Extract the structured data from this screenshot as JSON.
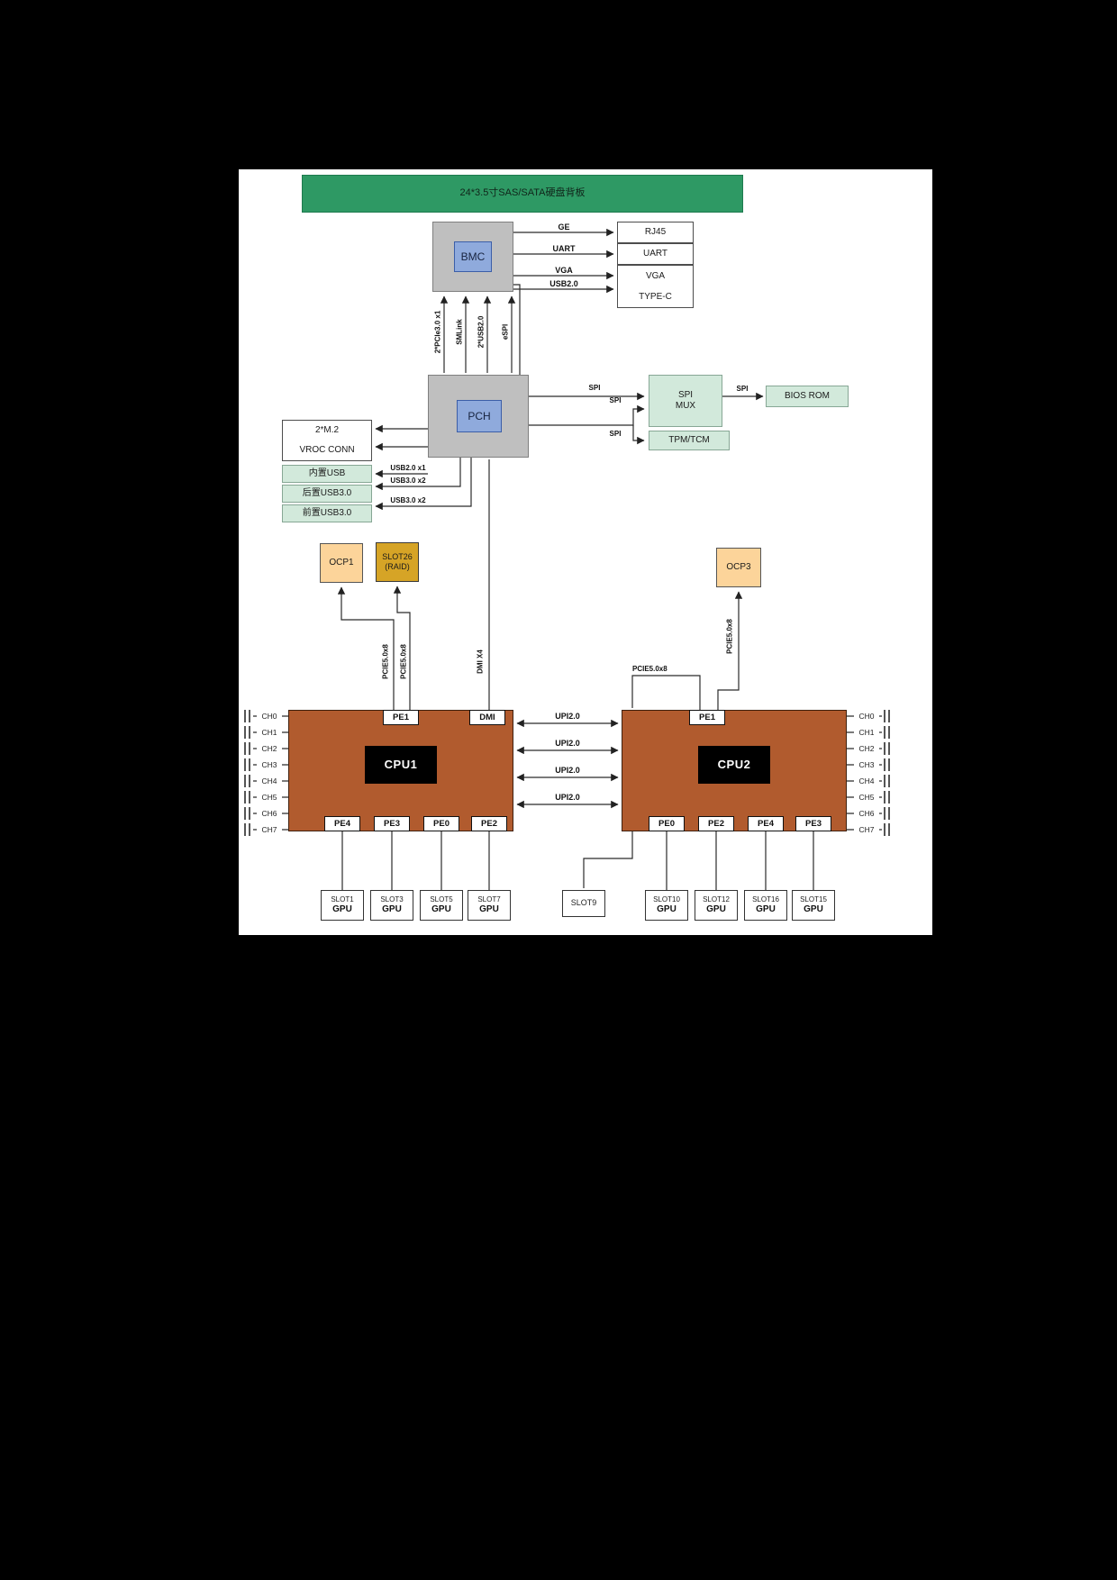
{
  "backplane": {
    "label": "24*3.5寸SAS/SATA硬盘背板"
  },
  "bmc": {
    "label": "BMC"
  },
  "pch": {
    "label": "PCH"
  },
  "io_panel": {
    "rj45": "RJ45",
    "uart": "UART",
    "vga": "VGA",
    "type_c": "TYPE-C"
  },
  "bmc_links": {
    "ge": "GE",
    "uart": "UART",
    "vga": "VGA",
    "usb20": "USB2.0"
  },
  "pch_bmc_links": {
    "pcie": "2*PCIe3.0 x1",
    "smlink": "SMLink",
    "usb": "2*USB2.0",
    "espi": "eSPI"
  },
  "labels": {
    "spi": "SPI",
    "pcie5x8": "PCIE5.0x8",
    "dmi_x4": "DMI X4",
    "upi": "UPI2.0",
    "usb20_x1": "USB2.0 x1",
    "usb30_x2": "USB3.0 x2"
  },
  "spi_blocks": {
    "mux_l1": "SPI",
    "mux_l2": "MUX",
    "bios_rom": "BIOS ROM",
    "tpm": "TPM/TCM"
  },
  "storage": {
    "m2": "2*M.2",
    "vroc": "VROC CONN"
  },
  "usb_ports": {
    "internal": "内置USB",
    "rear": "后置USB3.0",
    "front": "前置USB3.0"
  },
  "ocp": {
    "ocp1": "OCP1",
    "ocp3": "OCP3",
    "slot26_l1": "SLOT26",
    "slot26_l2": "(RAID)"
  },
  "cpu1": {
    "label": "CPU1",
    "pe_top": "PE1",
    "dmi": "DMI",
    "pe_bottom": [
      "PE4",
      "PE3",
      "PE0",
      "PE2"
    ],
    "channels": [
      "CH0",
      "CH1",
      "CH2",
      "CH3",
      "CH4",
      "CH5",
      "CH6",
      "CH7"
    ]
  },
  "cpu2": {
    "label": "CPU2",
    "pe_top": "PE1",
    "pe_bottom": [
      "PE0",
      "PE2",
      "PE4",
      "PE3"
    ],
    "channels": [
      "CH0",
      "CH1",
      "CH2",
      "CH3",
      "CH4",
      "CH5",
      "CH6",
      "CH7"
    ]
  },
  "slots": [
    {
      "name": "SLOT1",
      "sub": "GPU"
    },
    {
      "name": "SLOT3",
      "sub": "GPU"
    },
    {
      "name": "SLOT5",
      "sub": "GPU"
    },
    {
      "name": "SLOT7",
      "sub": "GPU"
    },
    {
      "name": "SLOT9",
      "sub": ""
    },
    {
      "name": "SLOT10",
      "sub": "GPU"
    },
    {
      "name": "SLOT12",
      "sub": "GPU"
    },
    {
      "name": "SLOT16",
      "sub": "GPU"
    },
    {
      "name": "SLOT15",
      "sub": "GPU"
    }
  ],
  "colors": {
    "backplane_green": "#2E9964",
    "block_gray": "#BFBFBF",
    "chip_blue": "#8FAADC",
    "light_green": "#D2E9DB",
    "ocp_orange": "#FCD49A",
    "slot_gold": "#D6A426",
    "cpu_brown": "#B15B2E"
  }
}
